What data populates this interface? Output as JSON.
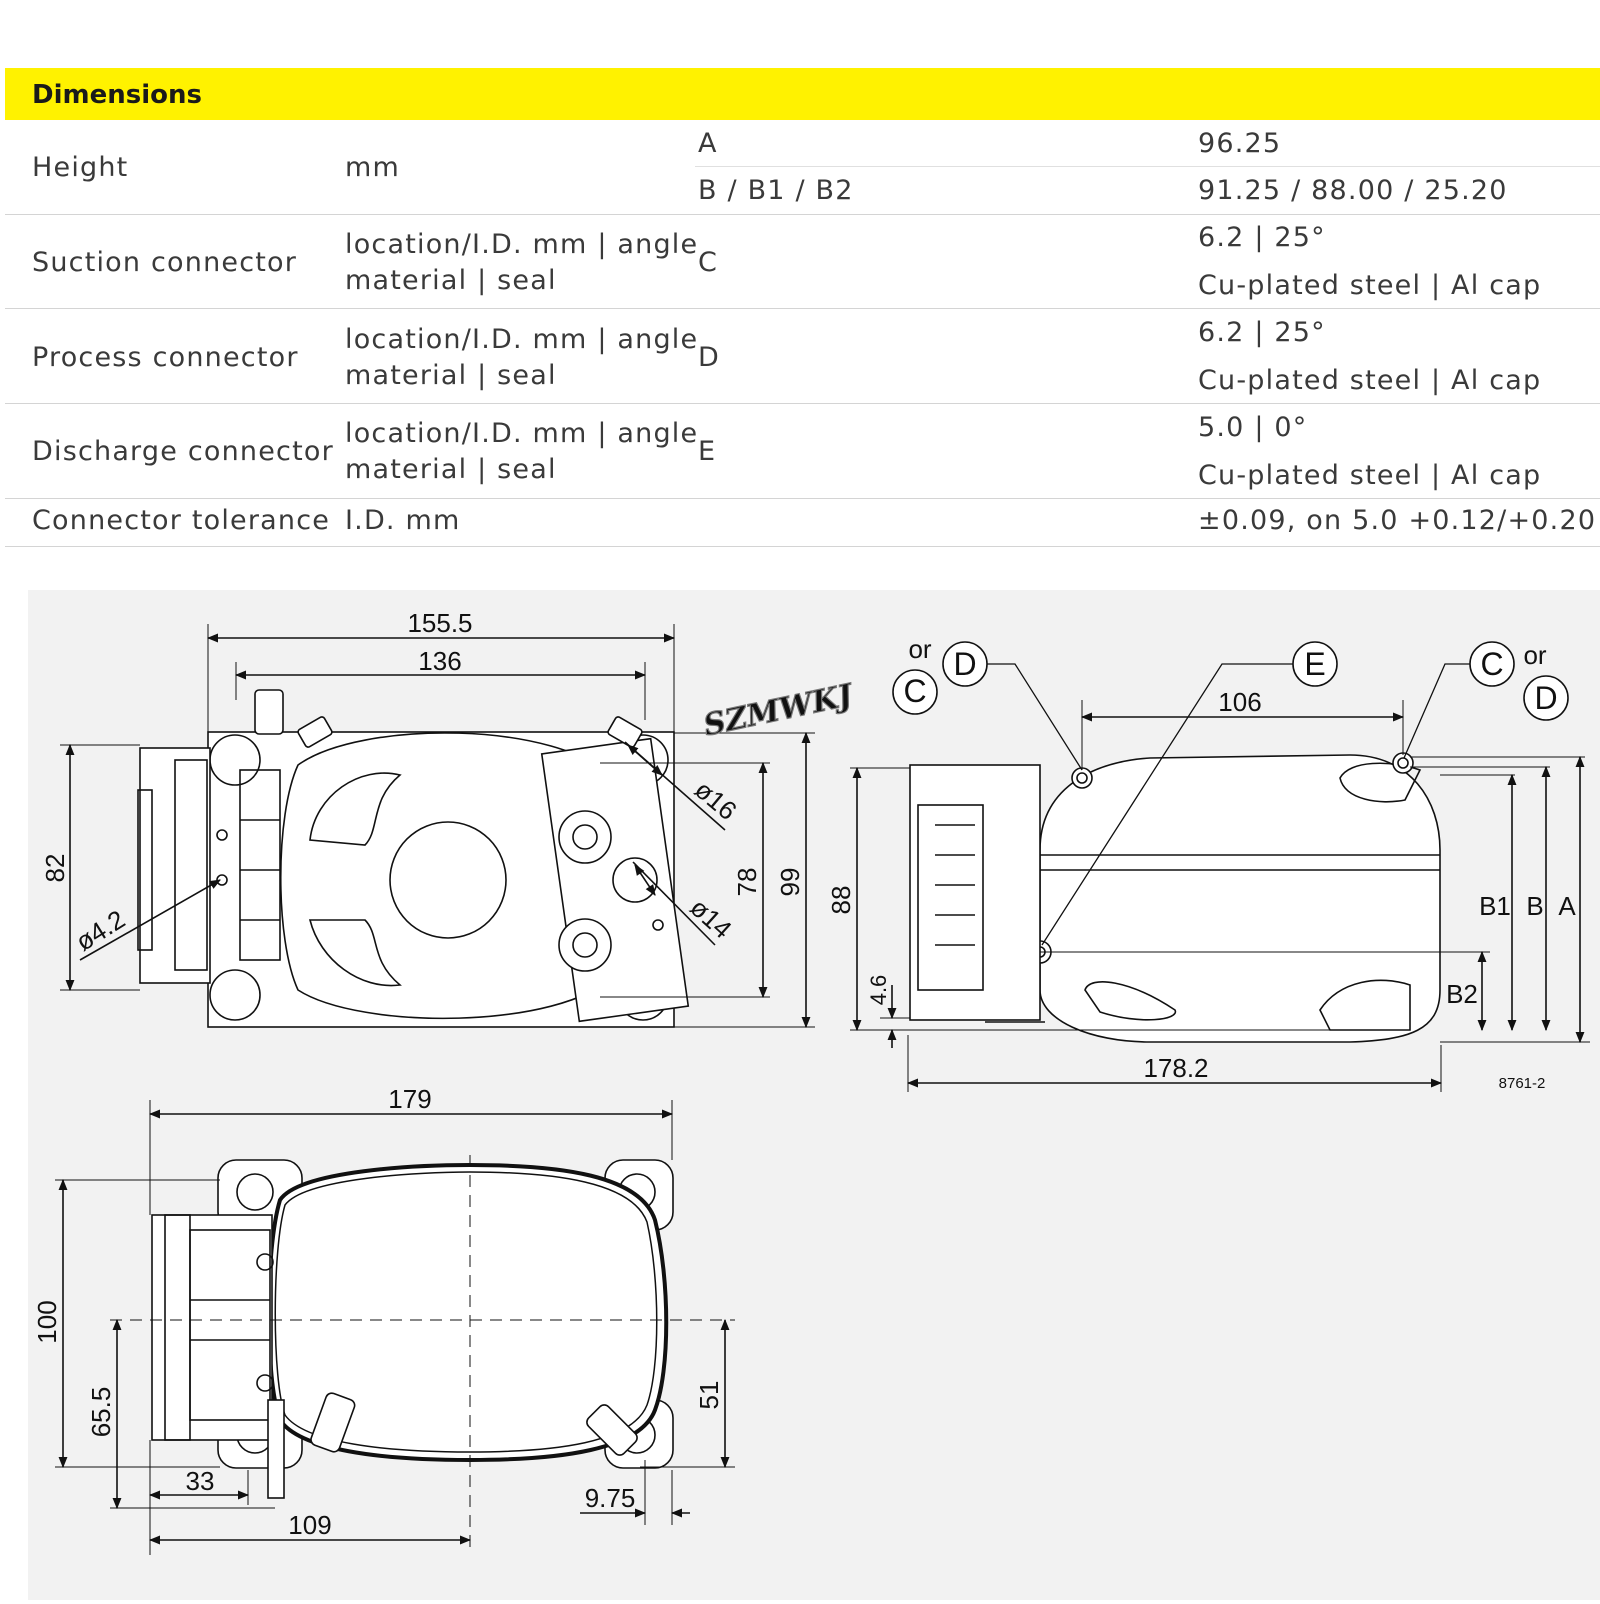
{
  "header": {
    "title": "Dimensions"
  },
  "table": {
    "height": {
      "label": "Height",
      "unit": "mm",
      "a_key": "A",
      "a_val": "96.25",
      "b_key": "B / B1 / B2",
      "b_val": "91.25 / 88.00 / 25.20"
    },
    "suction": {
      "label": "Suction connector",
      "unit1": "location/I.D. mm | angle",
      "unit2": "material | seal",
      "key": "C",
      "val1": "6.2 | 25°",
      "val2": "Cu-plated steel | Al cap"
    },
    "process": {
      "label": "Process connector",
      "unit1": "location/I.D. mm | angle",
      "unit2": "material | seal",
      "key": "D",
      "val1": "6.2 | 25°",
      "val2": "Cu-plated steel | Al cap"
    },
    "discharge": {
      "label": "Discharge connector",
      "unit1": "location/I.D. mm | angle",
      "unit2": "material | seal",
      "key": "E",
      "val1": "5.0 | 0°",
      "val2": "Cu-plated steel | Al cap"
    },
    "tolerance": {
      "label": "Connector tolerance",
      "unit": "I.D. mm",
      "val": "±0.09, on 5.0 +0.12/+0.20"
    }
  },
  "drawing": {
    "watermark": "SZMWKJ",
    "figure_id": "8761-2",
    "front": {
      "d155_5": "155.5",
      "d136": "136",
      "d82": "82",
      "d4_2": "ø4.2",
      "d16": "ø16",
      "d14": "ø14",
      "d78": "78",
      "d99": "99"
    },
    "side": {
      "or1": "or",
      "c1": "C",
      "d1": "D",
      "e": "E",
      "c2": "C",
      "or2": "or",
      "d2": "D",
      "d106": "106",
      "d88": "88",
      "d4_6": "4.6",
      "b1": "B1",
      "b": "B",
      "a": "A",
      "b2": "B2",
      "d178_2": "178.2"
    },
    "top": {
      "d179": "179",
      "d100": "100",
      "d65_5": "65.5",
      "d51": "51",
      "d33": "33",
      "d9_75": "9.75",
      "d109": "109"
    }
  }
}
